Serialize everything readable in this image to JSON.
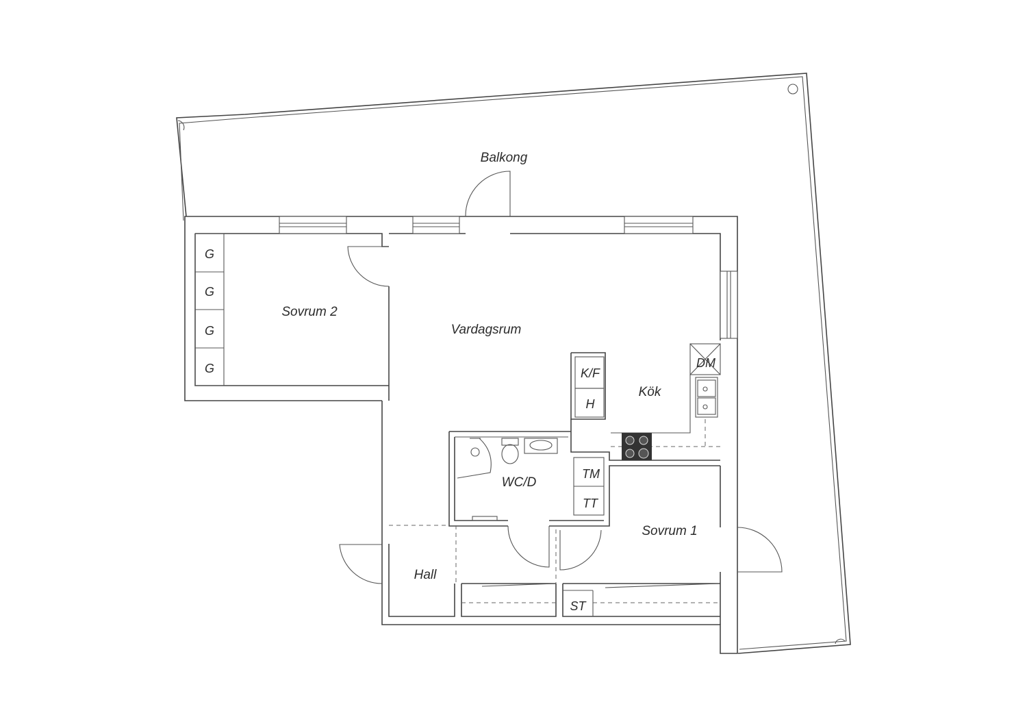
{
  "colors": {
    "line": "#444444",
    "text": "#2b2b2b",
    "hob": "#333333",
    "background": "#ffffff"
  },
  "rooms": {
    "balkong": "Balkong",
    "sovrum2": "Sovrum 2",
    "vardagsrum": "Vardagsrum",
    "kok": "Kök",
    "wcd": "WC/D",
    "sovrum1": "Sovrum 1",
    "hall": "Hall"
  },
  "fixtures": {
    "wardrobe": "G",
    "fridge_freezer": "K/F",
    "cabinet_h": "H",
    "dishwasher": "DM",
    "washing_machine": "TM",
    "dryer": "TT",
    "storage": "ST"
  }
}
